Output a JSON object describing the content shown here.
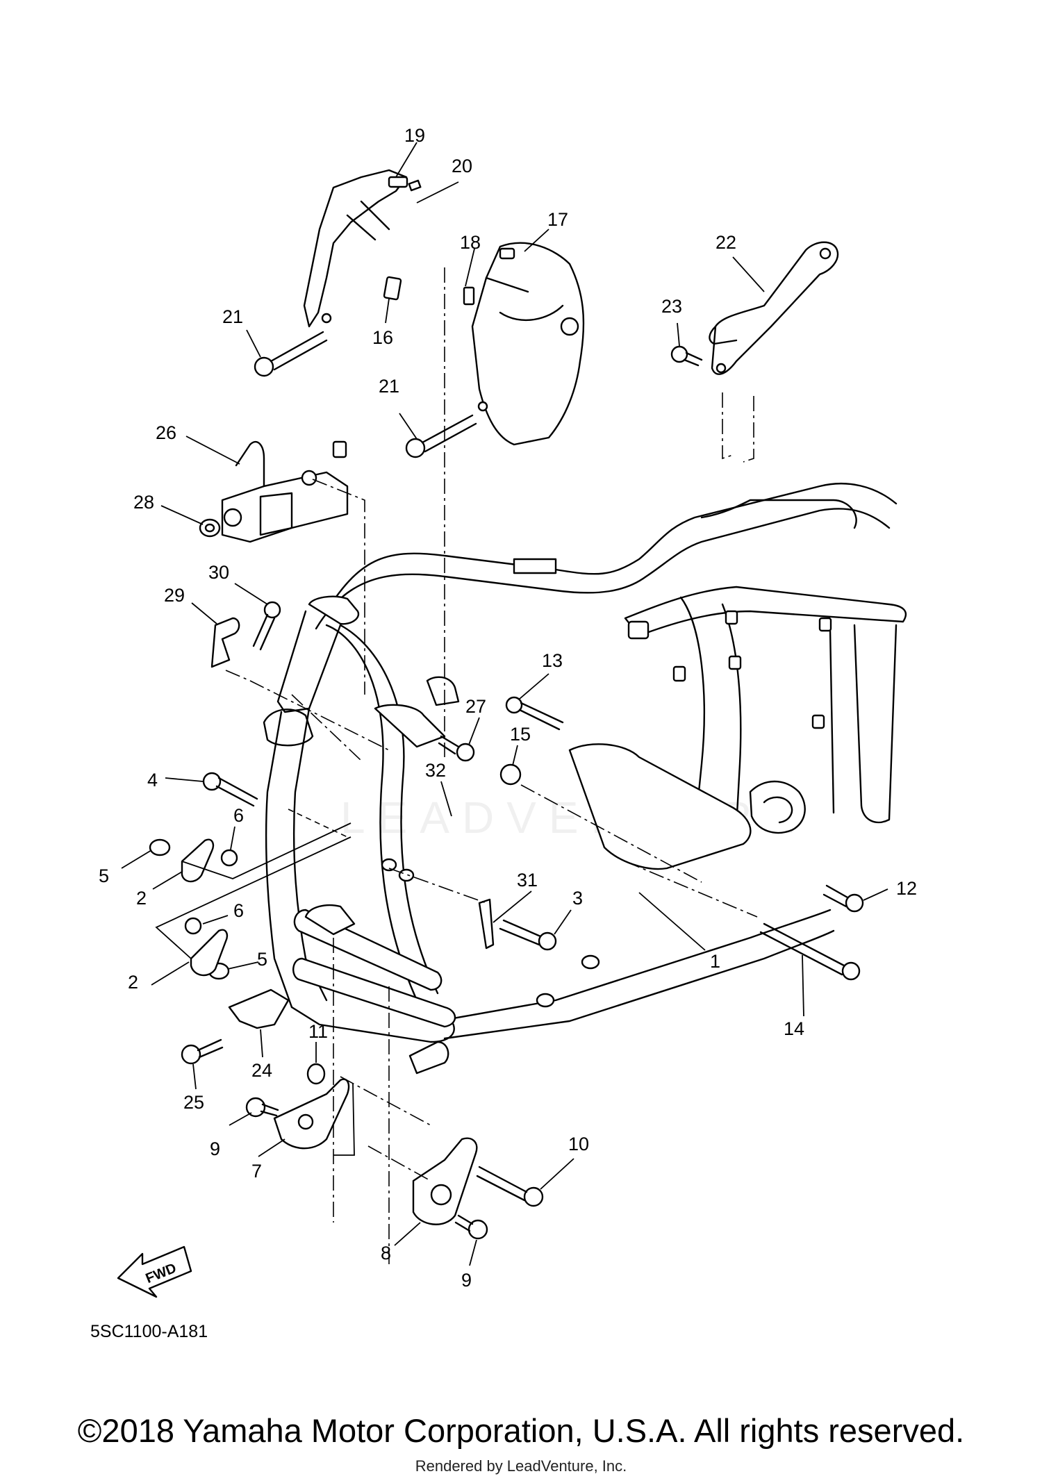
{
  "diagram": {
    "part_code": "5SC1100-A181",
    "fwd_label": "FWD",
    "watermark": "LEADVENTURE",
    "callouts": [
      {
        "id": "c19",
        "label": "19"
      },
      {
        "id": "c20",
        "label": "20"
      },
      {
        "id": "c17",
        "label": "17"
      },
      {
        "id": "c18",
        "label": "18"
      },
      {
        "id": "c22",
        "label": "22"
      },
      {
        "id": "c23",
        "label": "23"
      },
      {
        "id": "c21a",
        "label": "21"
      },
      {
        "id": "c16",
        "label": "16"
      },
      {
        "id": "c21b",
        "label": "21"
      },
      {
        "id": "c26",
        "label": "26"
      },
      {
        "id": "c28",
        "label": "28"
      },
      {
        "id": "c30",
        "label": "30"
      },
      {
        "id": "c29",
        "label": "29"
      },
      {
        "id": "c13",
        "label": "13"
      },
      {
        "id": "c27",
        "label": "27"
      },
      {
        "id": "c15",
        "label": "15"
      },
      {
        "id": "c4",
        "label": "4"
      },
      {
        "id": "c32",
        "label": "32"
      },
      {
        "id": "c6a",
        "label": "6"
      },
      {
        "id": "c5a",
        "label": "5"
      },
      {
        "id": "c2a",
        "label": "2"
      },
      {
        "id": "c12",
        "label": "12"
      },
      {
        "id": "c31",
        "label": "31"
      },
      {
        "id": "c3",
        "label": "3"
      },
      {
        "id": "c6b",
        "label": "6"
      },
      {
        "id": "c5b",
        "label": "5"
      },
      {
        "id": "c2b",
        "label": "2"
      },
      {
        "id": "c14",
        "label": "14"
      },
      {
        "id": "c11",
        "label": "11"
      },
      {
        "id": "c1",
        "label": "1"
      },
      {
        "id": "c24",
        "label": "24"
      },
      {
        "id": "c25",
        "label": "25"
      },
      {
        "id": "c9a",
        "label": "9"
      },
      {
        "id": "c7",
        "label": "7"
      },
      {
        "id": "c10",
        "label": "10"
      },
      {
        "id": "c8",
        "label": "8"
      },
      {
        "id": "c9b",
        "label": "9"
      }
    ]
  },
  "footer": {
    "copyright": "©2018 Yamaha Motor Corporation, U.S.A. All rights reserved.",
    "rendered_by": "Rendered by LeadVenture, Inc."
  }
}
